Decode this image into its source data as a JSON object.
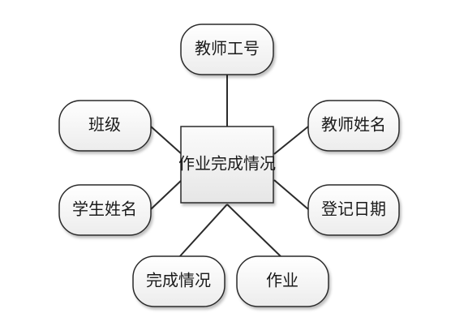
{
  "diagram": {
    "entity": {
      "label": "作业完成情况"
    },
    "attributes": [
      {
        "label": "教师工号"
      },
      {
        "label": "班级"
      },
      {
        "label": "教师姓名"
      },
      {
        "label": "学生姓名"
      },
      {
        "label": "登记日期"
      },
      {
        "label": "完成情况"
      },
      {
        "label": "作业"
      }
    ],
    "colors": {
      "entity_fill_top": "#fbfbfb",
      "entity_fill_bottom": "#e6e6e6",
      "attr_fill_top": "#ffffff",
      "attr_fill_bottom": "#ececec",
      "stroke": "#2b2b2b"
    }
  }
}
